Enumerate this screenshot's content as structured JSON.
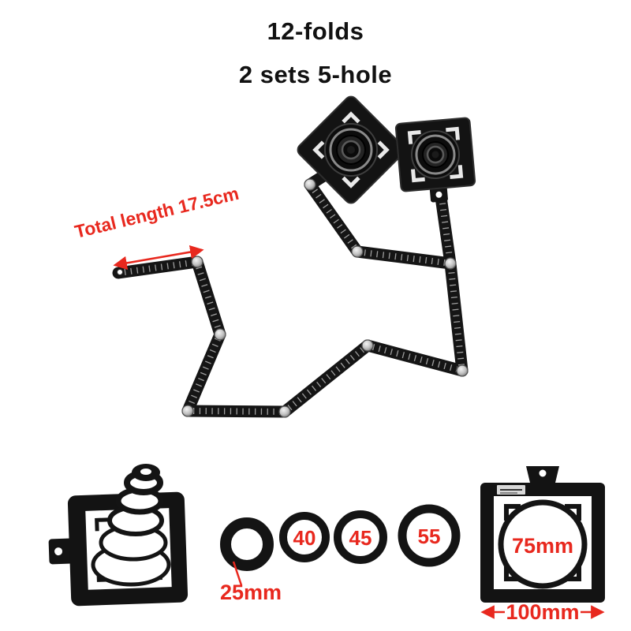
{
  "product": {
    "title_line1": "12-folds",
    "title_line2": "2 sets 5-hole"
  },
  "annotations": {
    "total_length": "Total length 17.5cm",
    "hole_25": "25mm",
    "hole_40": "40",
    "hole_45": "45",
    "hole_55": "55",
    "hole_75": "75mm",
    "plate_width": "100mm"
  },
  "colors": {
    "annotation_red": "#e8281e",
    "tool_black": "#141414",
    "rivet_gray": "#c0c0c0",
    "background": "#ffffff"
  }
}
